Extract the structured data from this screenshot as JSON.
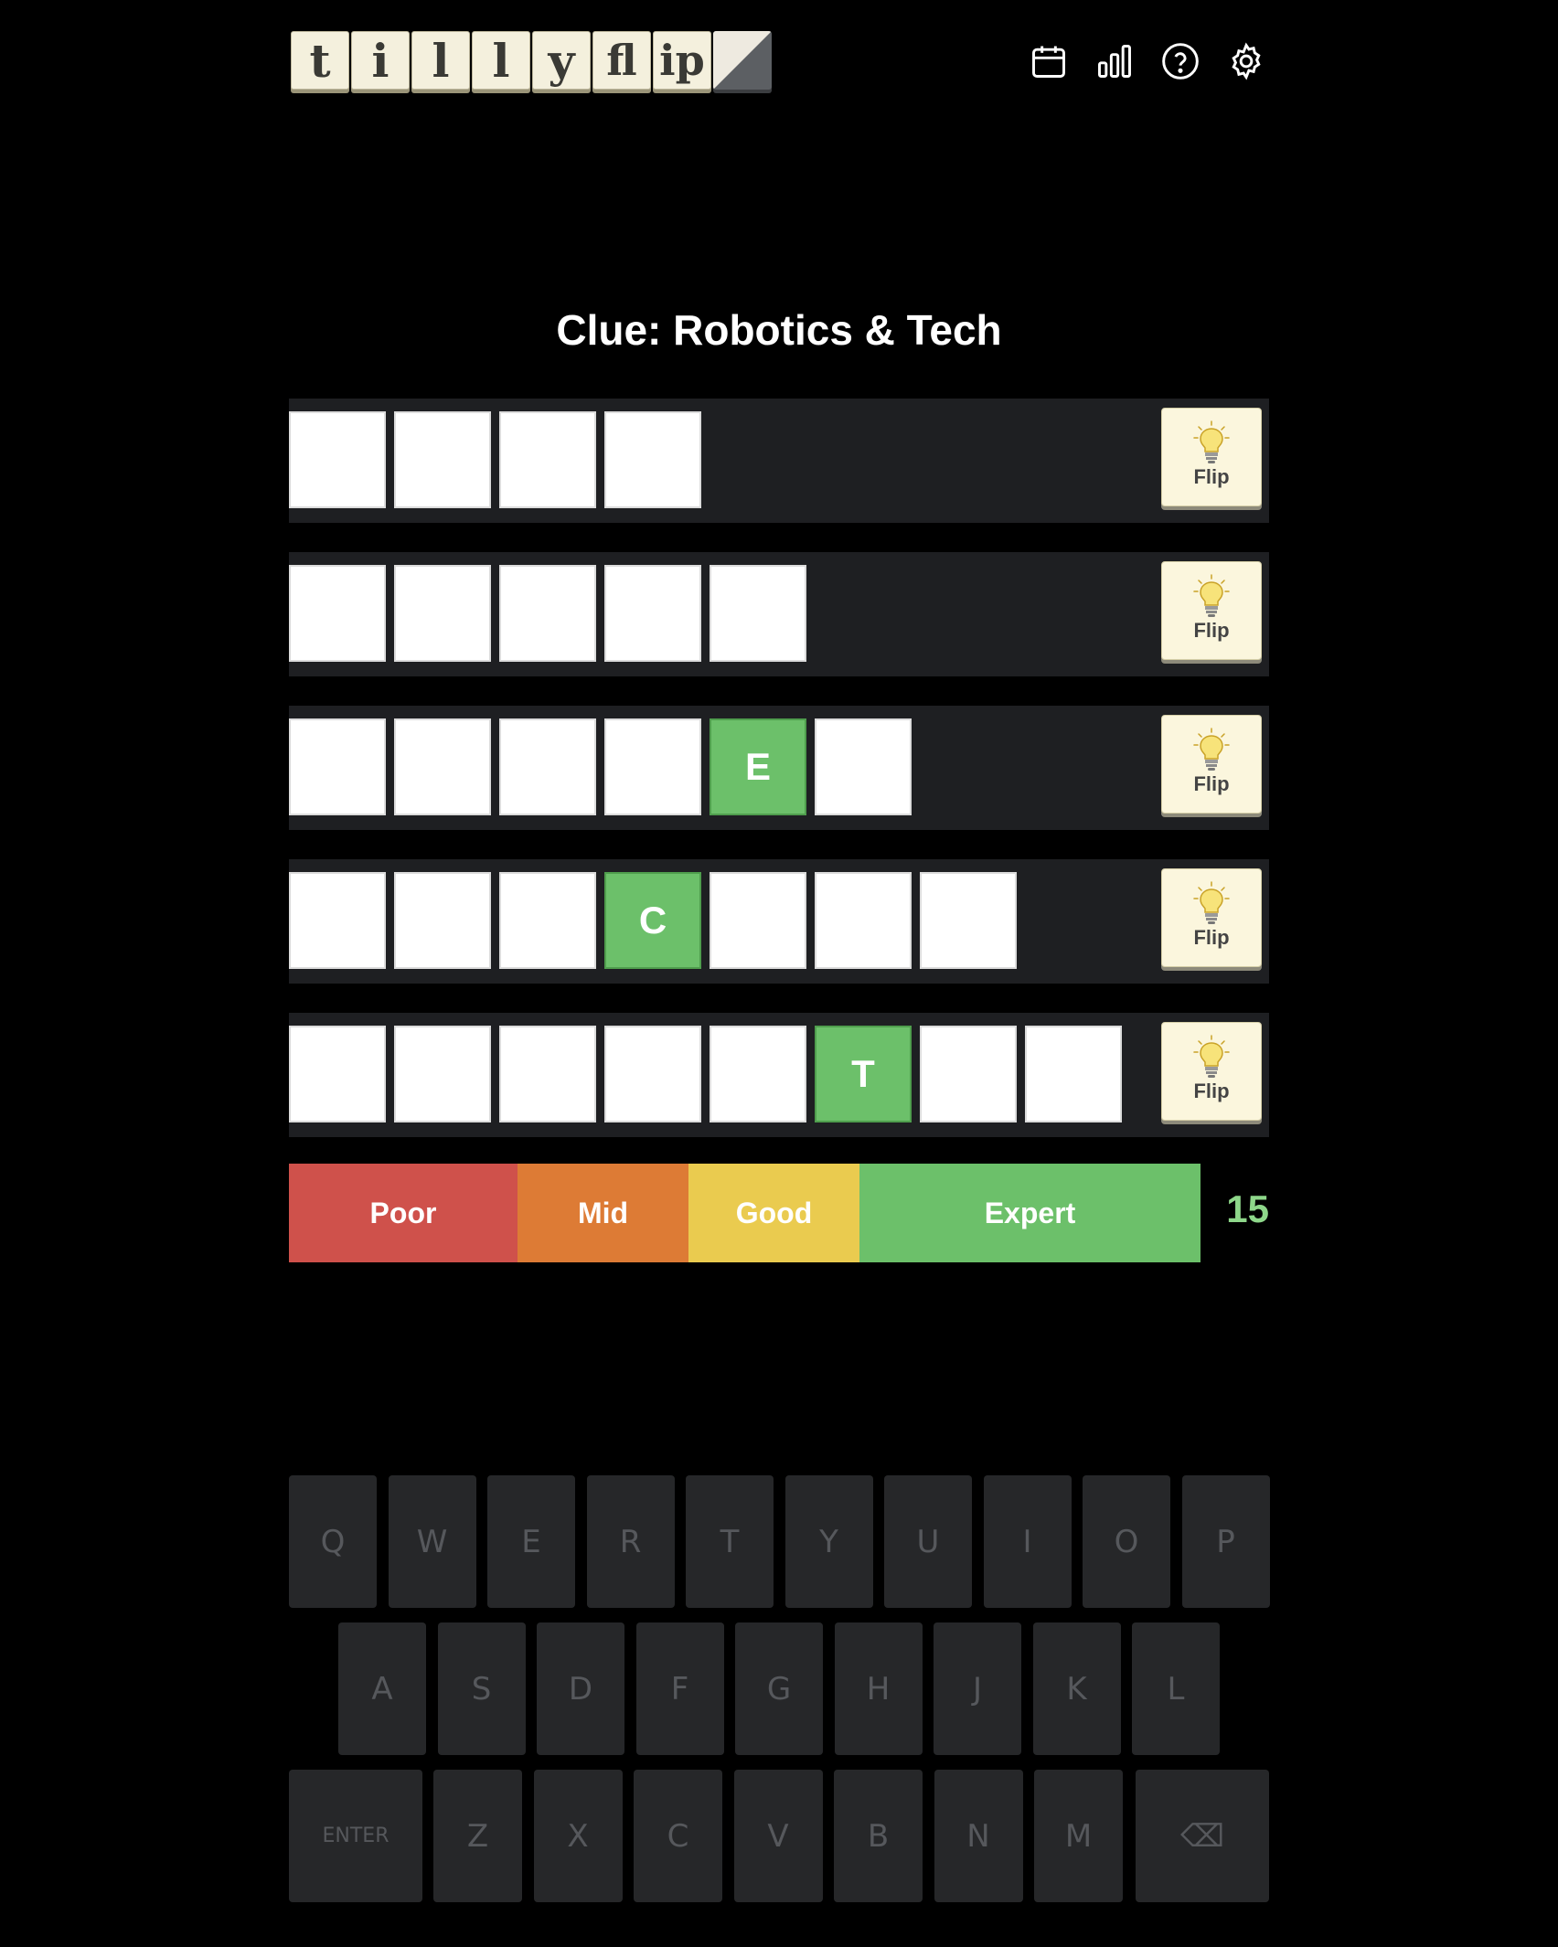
{
  "header": {
    "logo_letters": [
      "t",
      "i",
      "l",
      "l",
      "y",
      "fl",
      "ip"
    ],
    "icons": [
      "calendar-icon",
      "bar-chart-icon",
      "help-icon",
      "settings-icon"
    ]
  },
  "clue": "Clue: Robotics & Tech",
  "rows": [
    {
      "length": 4,
      "revealed": {},
      "flip_label": "Flip"
    },
    {
      "length": 5,
      "revealed": {},
      "flip_label": "Flip"
    },
    {
      "length": 6,
      "revealed": {
        "4": "E"
      },
      "flip_label": "Flip"
    },
    {
      "length": 7,
      "revealed": {
        "3": "C"
      },
      "flip_label": "Flip"
    },
    {
      "length": 8,
      "revealed": {
        "5": "T"
      },
      "flip_label": "Flip"
    }
  ],
  "scorebar": {
    "segments": [
      {
        "label": "Poor",
        "color": "#cf514b"
      },
      {
        "label": "Mid",
        "color": "#dd7b35"
      },
      {
        "label": "Good",
        "color": "#eacb4f"
      },
      {
        "label": "Expert",
        "color": "#6cc06a"
      }
    ],
    "score": "15",
    "score_color": "#8ed78a"
  },
  "keyboard": {
    "rows": [
      [
        "Q",
        "W",
        "E",
        "R",
        "T",
        "Y",
        "U",
        "I",
        "O",
        "P"
      ],
      [
        "A",
        "S",
        "D",
        "F",
        "G",
        "H",
        "J",
        "K",
        "L"
      ],
      [
        "ENTER",
        "Z",
        "X",
        "C",
        "V",
        "B",
        "N",
        "M",
        "⌫"
      ]
    ]
  },
  "colors": {
    "background": "#000000",
    "row_bg": "#1e1f22",
    "tile_empty": "#ffffff",
    "tile_revealed": "#6cc06a",
    "key_bg": "#262729",
    "key_text": "#56585c"
  }
}
